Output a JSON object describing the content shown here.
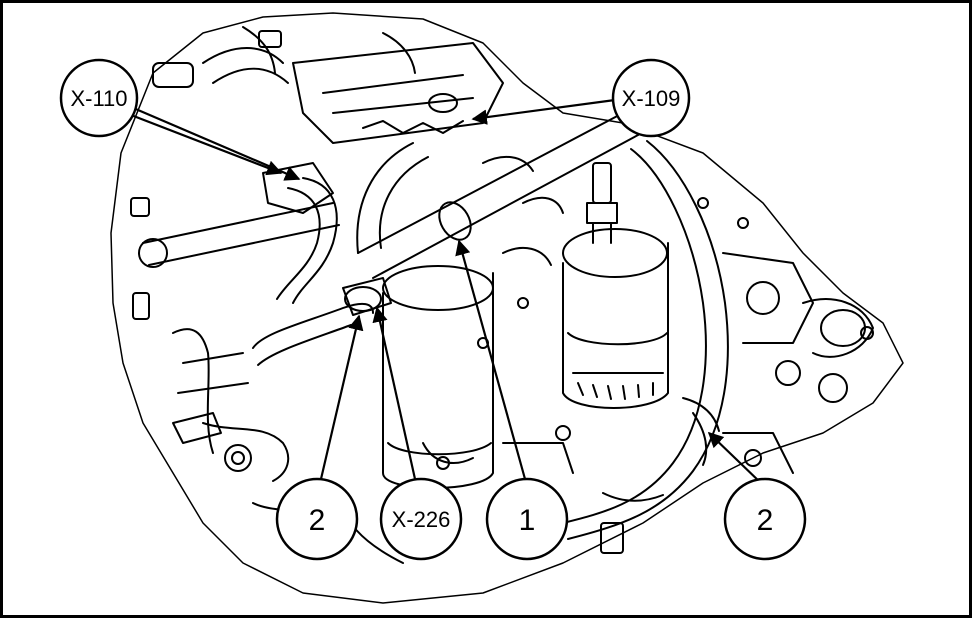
{
  "callouts": {
    "x110": "X-110",
    "x109": "X-109",
    "left2": "2",
    "x226": "X-226",
    "one": "1",
    "right2": "2"
  },
  "colors": {
    "line": "#000000",
    "background": "#ffffff"
  }
}
